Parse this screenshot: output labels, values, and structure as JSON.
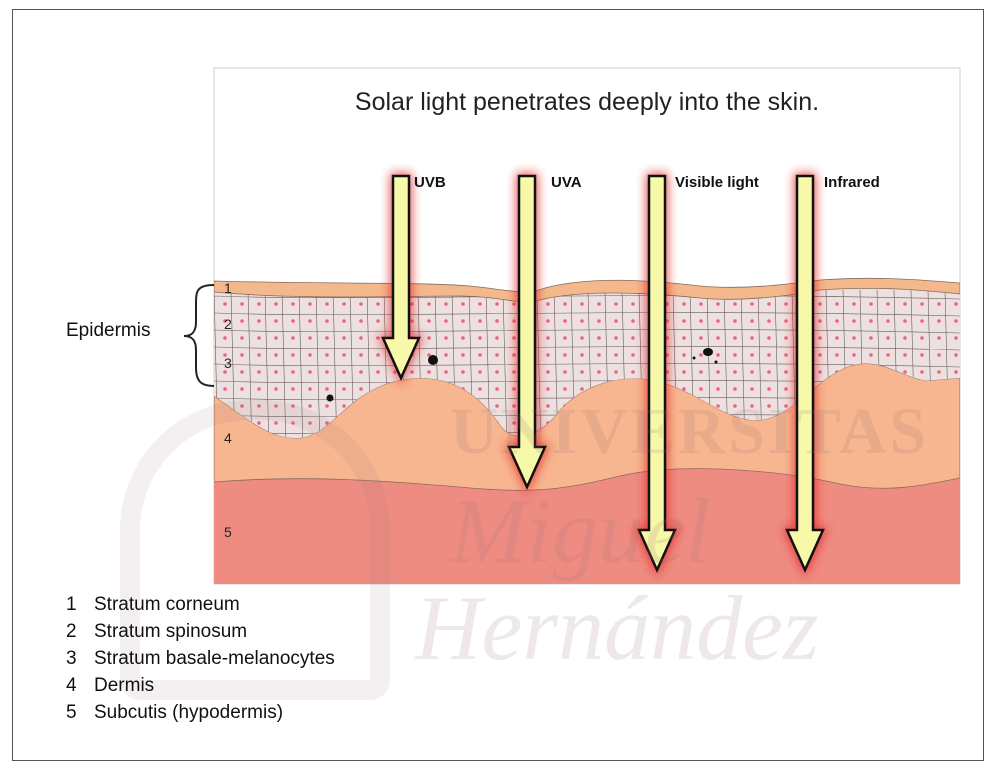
{
  "title": "Solar light penetrates deeply into the skin.",
  "arrows": [
    {
      "label": "UVB"
    },
    {
      "label": "UVA"
    },
    {
      "label": "Visible light"
    },
    {
      "label": "Infrared"
    }
  ],
  "side_label": "Epidermis",
  "layer_numbers": [
    "1",
    "2",
    "3",
    "4",
    "5"
  ],
  "legend": [
    {
      "num": "1",
      "text": "Stratum corneum"
    },
    {
      "num": "2",
      "text": "Stratum spinosum"
    },
    {
      "num": "3",
      "text": "Stratum basale-melanocytes"
    },
    {
      "num": "4",
      "text": "Dermis"
    },
    {
      "num": "5",
      "text": "Subcutis (hypodermis)"
    }
  ],
  "watermark": {
    "line1": "UNIVERSITAS",
    "line2": "Miguel",
    "line3": "Hernández"
  },
  "colors": {
    "stratum_corneum": "#f3b98c",
    "epidermis_cells": "#ece1e0",
    "cell_dots": "#f06080",
    "dermis": "#f7b690",
    "subcutis": "#ef8c82",
    "arrow_fill": "#f7f8a8",
    "arrow_glow": "#e02020"
  }
}
